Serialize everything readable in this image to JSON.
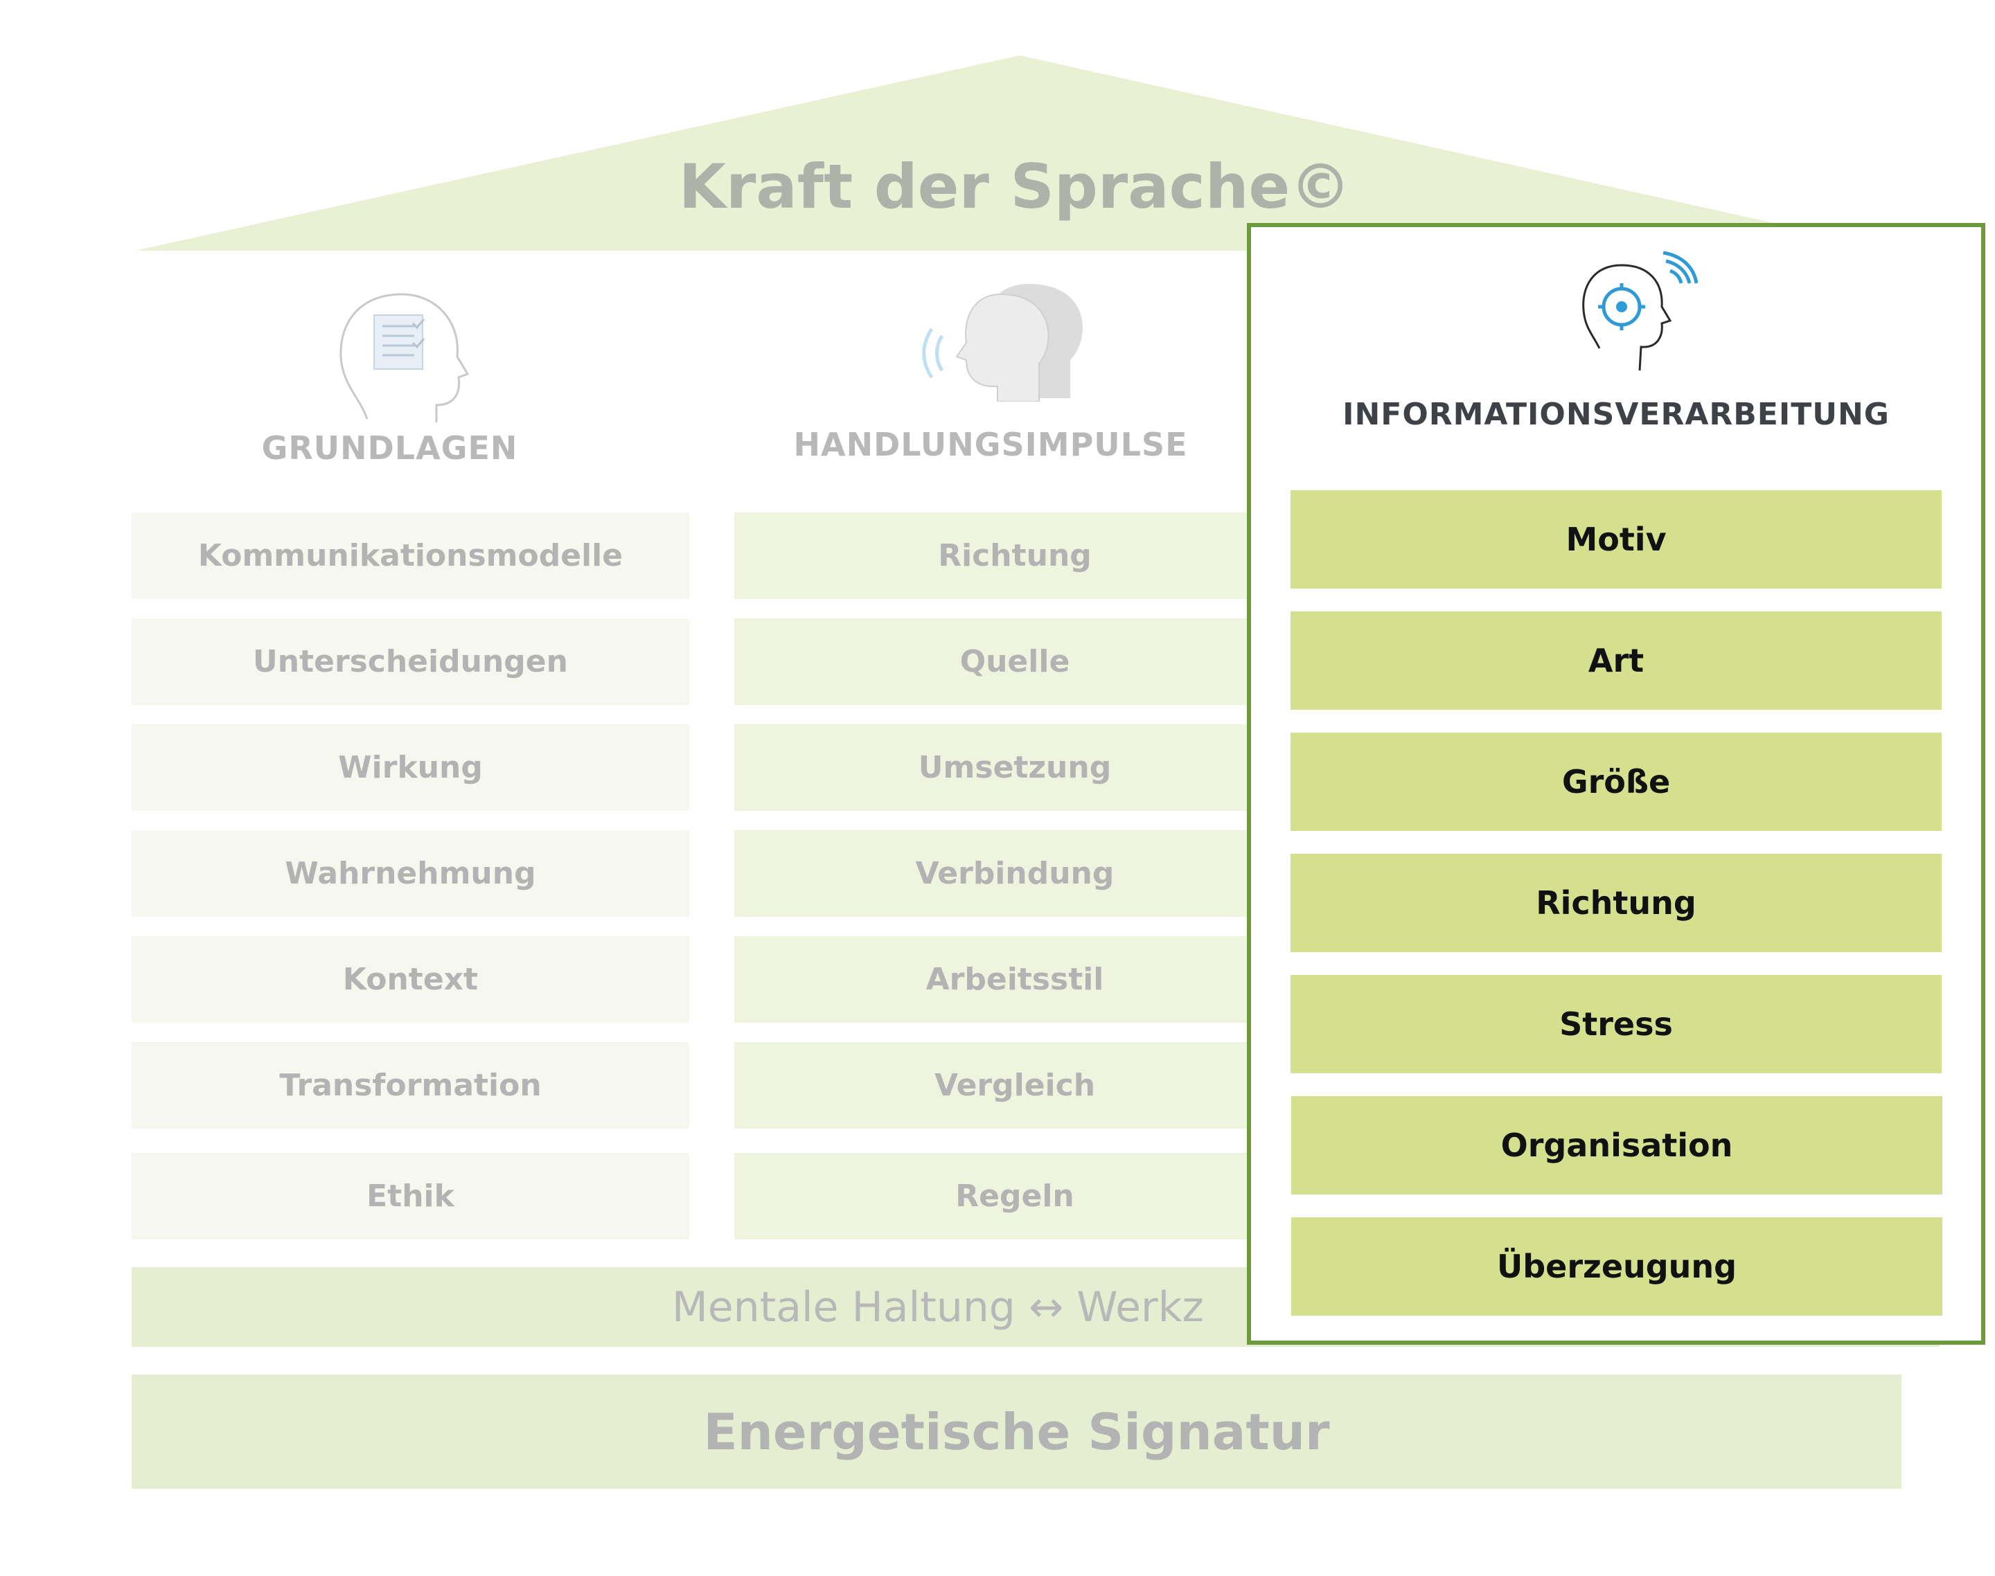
{
  "roof": {
    "title": "Kraft der Sprache©"
  },
  "columns": [
    {
      "heading": "GRUNDLAGEN",
      "icon": "head-checklist-icon",
      "items": [
        "Kommunikationsmodelle",
        "Unterscheidungen",
        "Wirkung",
        "Wahrnehmung",
        "Kontext",
        "Transformation",
        "Ethik"
      ]
    },
    {
      "heading": "HANDLUNGSIMPULSE",
      "icon": "heads-speaking-icon",
      "items": [
        "Richtung",
        "Quelle",
        "Umsetzung",
        "Verbindung",
        "Arbeitsstil",
        "Vergleich",
        "Regeln"
      ]
    }
  ],
  "highlight": {
    "heading": "INFORMATIONSVERARBEITUNG",
    "icon": "head-target-signal-icon",
    "items": [
      "Motiv",
      "Art",
      "Größe",
      "Richtung",
      "Stress",
      "Organisation",
      "Überzeugung"
    ]
  },
  "band_mid": {
    "text": "Mentale Haltung ↔ Werkz"
  },
  "band_base": {
    "text": "Energetische Signatur"
  },
  "colors": {
    "roof": "#e9f0d4",
    "panel_border": "#6c9a3c",
    "panel_cell": "#d5e08e",
    "icon_accent": "#2f9bd6"
  }
}
